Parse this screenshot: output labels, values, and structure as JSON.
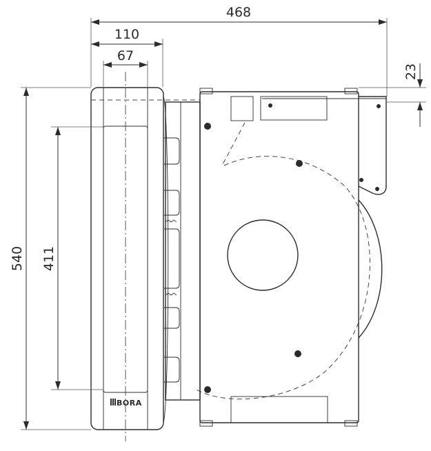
{
  "dimensions": {
    "overall_width": "468",
    "front_depth": "110",
    "inner_width": "67",
    "top_offset": "23",
    "overall_height": "540",
    "opening_height": "411"
  },
  "brand_mark": "BORA",
  "colors": {
    "line": "#2b2b2b",
    "background": "#ffffff"
  }
}
